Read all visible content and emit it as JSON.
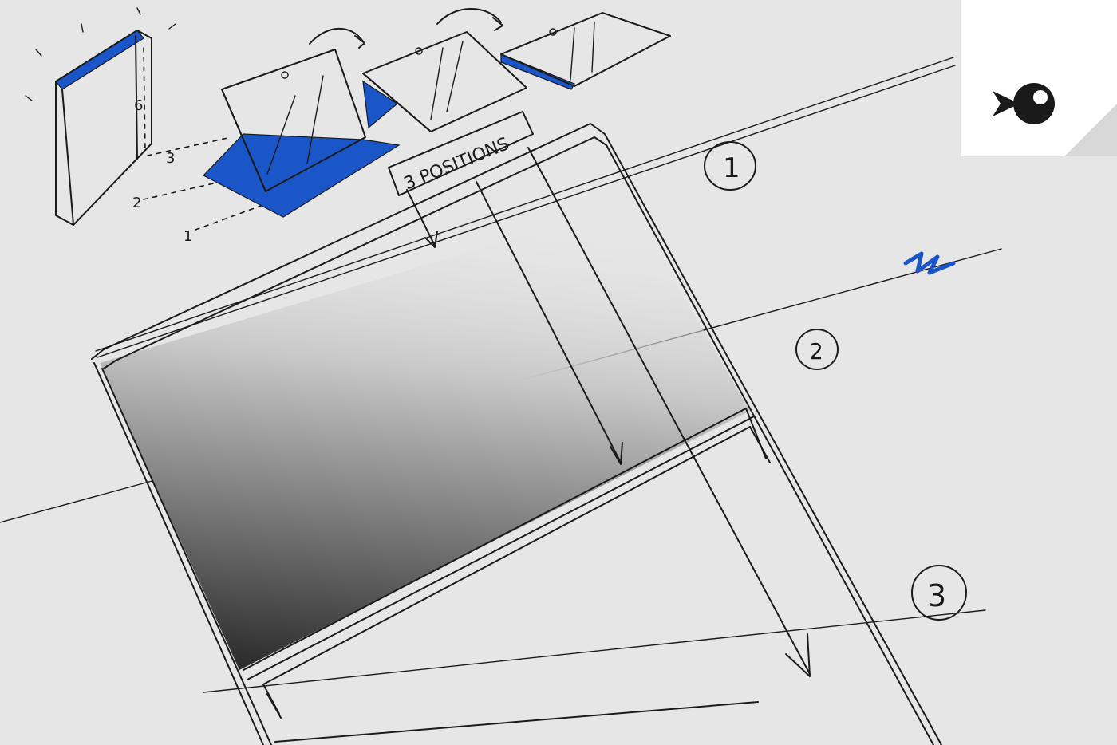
{
  "annotations": {
    "positions_label": "3 POSITIONS",
    "step_1": "1",
    "step_2": "2",
    "step_3": "3",
    "small_label_1": "1",
    "small_label_2": "2",
    "small_label_3": "3",
    "small_label_6": "6"
  },
  "colors": {
    "background": "#e6e6e6",
    "ink": "#1a1a1a",
    "accent": "#1a56c8"
  },
  "icons": {
    "corner_logo": "fish-logo-icon"
  }
}
